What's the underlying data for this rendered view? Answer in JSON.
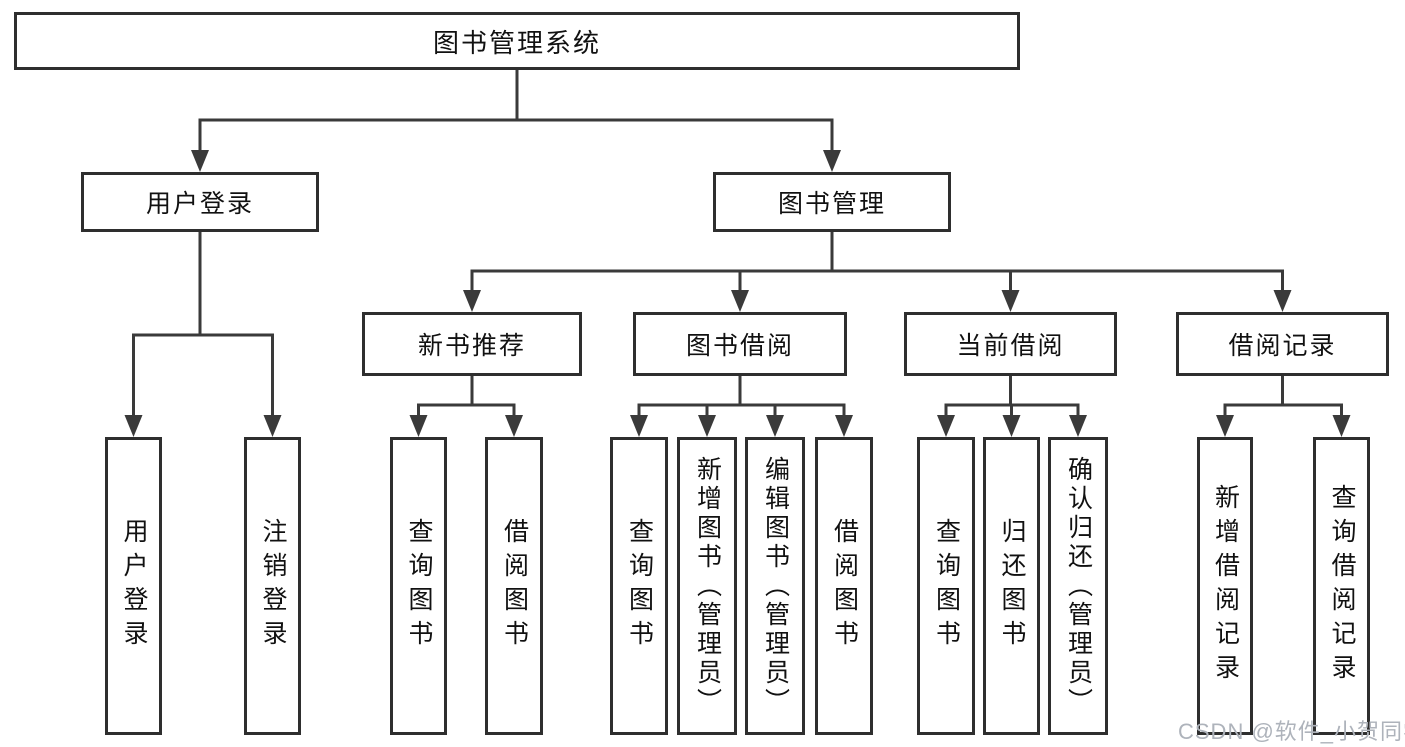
{
  "tree": {
    "root": {
      "label": "图书管理系统",
      "children": [
        {
          "label": "用户登录",
          "children": [
            {
              "label": "用户登录"
            },
            {
              "label": "注销登录"
            }
          ]
        },
        {
          "label": "图书管理",
          "children": [
            {
              "label": "新书推荐",
              "children": [
                {
                  "label": "查询图书"
                },
                {
                  "label": "借阅图书"
                }
              ]
            },
            {
              "label": "图书借阅",
              "children": [
                {
                  "label": "查询图书"
                },
                {
                  "label": "新增图书（管理员）"
                },
                {
                  "label": "编辑图书（管理员）"
                },
                {
                  "label": "借阅图书"
                }
              ]
            },
            {
              "label": "当前借阅",
              "children": [
                {
                  "label": "查询图书"
                },
                {
                  "label": "归还图书"
                },
                {
                  "label": "确认归还（管理员）"
                }
              ]
            },
            {
              "label": "借阅记录",
              "children": [
                {
                  "label": "新增借阅记录"
                },
                {
                  "label": "查询借阅记录"
                }
              ]
            }
          ]
        }
      ]
    }
  },
  "watermark": {
    "text": "CSDN @软件_小贺同学"
  },
  "colors": {
    "line": "#3a3a3a",
    "border": "#2e2e2e",
    "fill": "#ffffff",
    "text": "#111111",
    "watermark": "#aeb3bb"
  }
}
